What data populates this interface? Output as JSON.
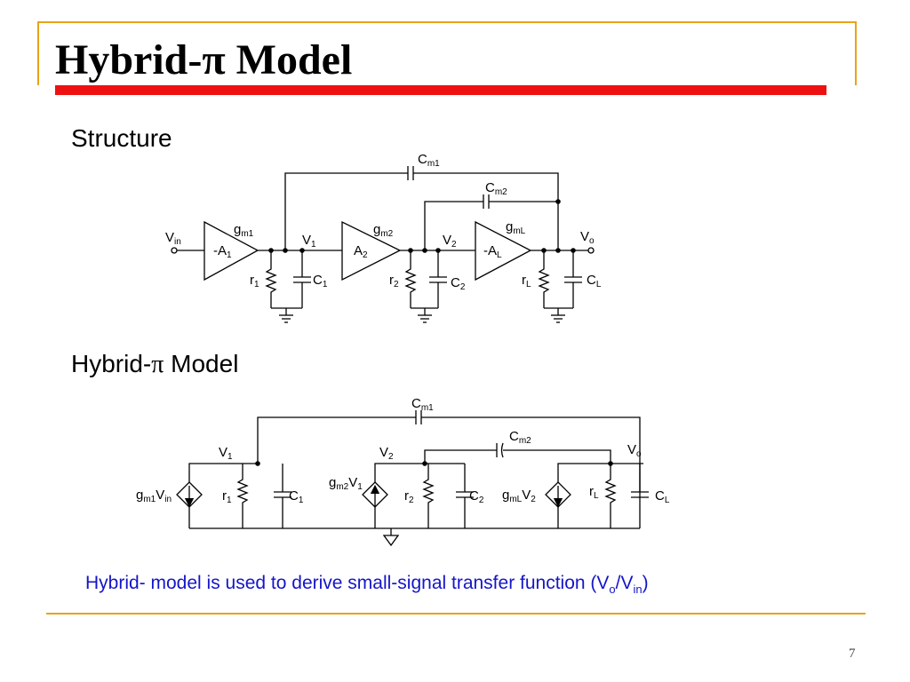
{
  "slide": {
    "title": "Hybrid-π Model",
    "section1": "Structure",
    "section2_prefix": "Hybrid-",
    "section2_pi": "π",
    "section2_suffix": " Model",
    "caption_prefix": "Hybrid- model is used to derive small-signal transfer function (V",
    "caption_sub1": "o",
    "caption_mid": "/V",
    "caption_sub2": "in",
    "caption_suffix": ")",
    "page_number": "7"
  },
  "structure": {
    "vin_main": "V",
    "vin_sub": "in",
    "gm1_main": "g",
    "gm1_sub": "m1",
    "gm2_main": "g",
    "gm2_sub": "m2",
    "gml_main": "g",
    "gml_sub": "mL",
    "v1_main": "V",
    "v1_sub": "1",
    "v2_main": "V",
    "v2_sub": "2",
    "vo_main": "V",
    "vo_sub": "o",
    "amp1_main": "-A",
    "amp1_sub": "1",
    "amp2_main": "A",
    "amp2_sub": "2",
    "ampl_main": "-A",
    "ampl_sub": "L",
    "r1_main": "r",
    "r1_sub": "1",
    "c1_main": "C",
    "c1_sub": "1",
    "r2_main": "r",
    "r2_sub": "2",
    "c2_main": "C",
    "c2_sub": "2",
    "rl_main": "r",
    "rl_sub": "L",
    "cl_main": "C",
    "cl_sub": "L",
    "cm1_main": "C",
    "cm1_sub": "m1",
    "cm2_main": "C",
    "cm2_sub": "m2"
  },
  "model": {
    "cm1_main": "C",
    "cm1_sub": "m1",
    "cm2_main": "C",
    "cm2_sub": "m2",
    "v1_main": "V",
    "v1_sub": "1",
    "v2_main": "V",
    "v2_sub": "2",
    "vo_main": "V",
    "vo_sub": "o",
    "src1_a": "g",
    "src1_b": "m1",
    "src1_c": "V",
    "src1_d": "in",
    "src2_a": "g",
    "src2_b": "m2",
    "src2_c": "V",
    "src2_d": "1",
    "src3_a": "g",
    "src3_b": "mL",
    "src3_c": "V",
    "src3_d": "2",
    "r1_main": "r",
    "r1_sub": "1",
    "c1_main": "C",
    "c1_sub": "1",
    "r2_main": "r",
    "r2_sub": "2",
    "c2_main": "C",
    "c2_sub": "2",
    "rl_main": "r",
    "rl_sub": "L",
    "cl_main": "C",
    "cl_sub": "L"
  }
}
